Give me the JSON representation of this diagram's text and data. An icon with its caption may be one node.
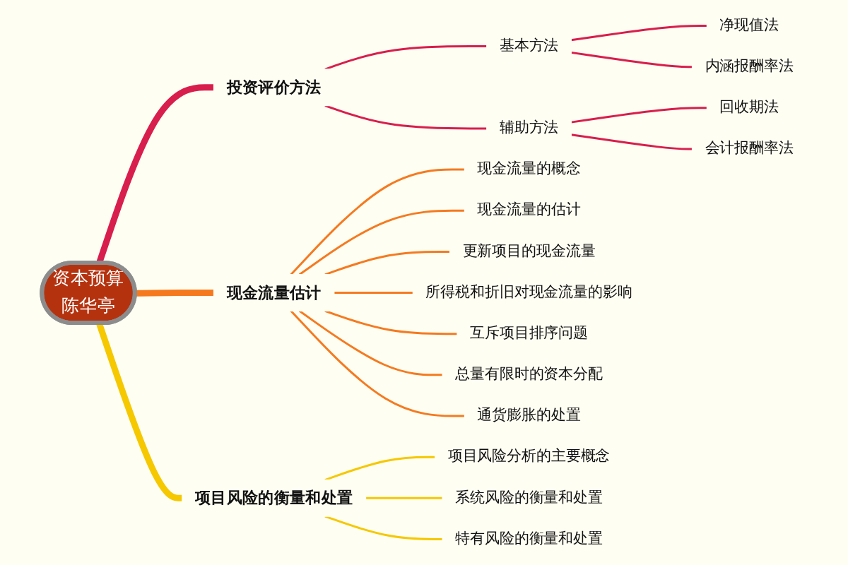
{
  "diagram": {
    "nodes": [
      {
        "text": [
          "资本预算",
          "陈华亭"
        ]
      },
      {
        "text": [
          "投资评价方法"
        ]
      },
      {
        "text": [
          "基本方法"
        ]
      },
      {
        "text": [
          "净现值法"
        ]
      },
      {
        "text": [
          "内涵报酬率法"
        ]
      },
      {
        "text": [
          "辅助方法"
        ]
      },
      {
        "text": [
          "回收期法"
        ]
      },
      {
        "text": [
          "会计报酬率法"
        ]
      },
      {
        "text": [
          "现金流量估计"
        ]
      },
      {
        "text": [
          "现金流量的概念"
        ]
      },
      {
        "text": [
          "现金流量的估计"
        ]
      },
      {
        "text": [
          "更新项目的现金流量"
        ]
      },
      {
        "text": [
          "所得税和折旧对现金流量的影响"
        ]
      },
      {
        "text": [
          "互斥项目排序问题"
        ]
      },
      {
        "text": [
          "总量有限时的资本分配"
        ]
      },
      {
        "text": [
          "通货膨胀的处置"
        ]
      },
      {
        "text": [
          "项目风险的衡量和处置"
        ]
      },
      {
        "text": [
          "项目风险分析的主要概念"
        ]
      },
      {
        "text": [
          "系统风险的衡量和处置"
        ]
      },
      {
        "text": [
          "特有风险的衡量和处置"
        ]
      }
    ],
    "edges": [
      {
        "from": 0,
        "to": 1,
        "arrow": "none",
        "style": "thick",
        "color": "#d81e4c"
      },
      {
        "from": 1,
        "to": 2,
        "arrow": "none",
        "color": "#d81e4c"
      },
      {
        "from": 2,
        "to": 3,
        "arrow": "none",
        "color": "#d81e4c"
      },
      {
        "from": 2,
        "to": 4,
        "arrow": "none",
        "color": "#d81e4c"
      },
      {
        "from": 1,
        "to": 5,
        "arrow": "none",
        "color": "#d81e4c"
      },
      {
        "from": 5,
        "to": 6,
        "arrow": "none",
        "color": "#d81e4c"
      },
      {
        "from": 5,
        "to": 7,
        "arrow": "none",
        "color": "#d81e4c"
      },
      {
        "from": 0,
        "to": 8,
        "arrow": "none",
        "style": "thick",
        "color": "#f57a1f"
      },
      {
        "from": 8,
        "to": 9,
        "arrow": "none",
        "color": "#f57a1f"
      },
      {
        "from": 8,
        "to": 10,
        "arrow": "none",
        "color": "#f57a1f"
      },
      {
        "from": 8,
        "to": 11,
        "arrow": "none",
        "color": "#f57a1f"
      },
      {
        "from": 8,
        "to": 12,
        "arrow": "none",
        "color": "#f57a1f"
      },
      {
        "from": 8,
        "to": 13,
        "arrow": "none",
        "color": "#f57a1f"
      },
      {
        "from": 8,
        "to": 14,
        "arrow": "none",
        "color": "#f57a1f"
      },
      {
        "from": 8,
        "to": 15,
        "arrow": "none",
        "color": "#f57a1f"
      },
      {
        "from": 0,
        "to": 16,
        "arrow": "none",
        "style": "thick",
        "color": "#f5c800"
      },
      {
        "from": 16,
        "to": 17,
        "arrow": "none",
        "color": "#f5c800"
      },
      {
        "from": 16,
        "to": 18,
        "arrow": "none",
        "color": "#f5c800"
      },
      {
        "from": 16,
        "to": 19,
        "arrow": "none",
        "color": "#f5c800"
      }
    ]
  }
}
